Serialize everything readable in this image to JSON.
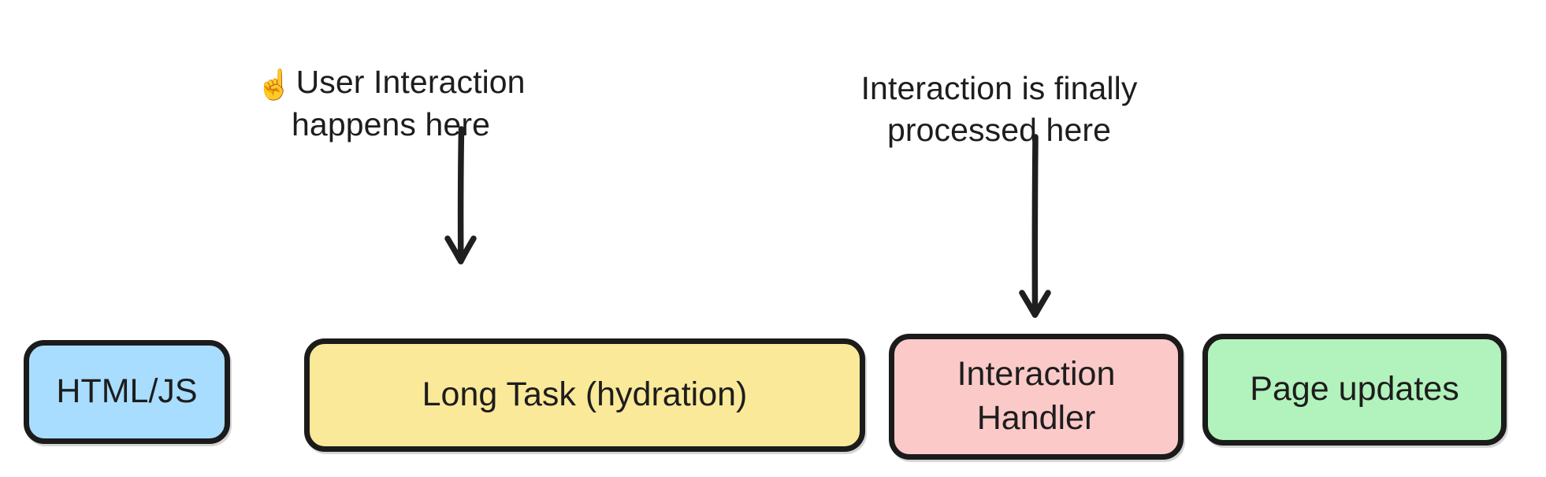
{
  "diagram": {
    "title": "Hydration long task blocking user interaction timeline",
    "background": "#ffffff",
    "annotations": [
      {
        "id": "user-interaction",
        "icon": "index-pointing-up-emoji",
        "icon_glyph": "☝️",
        "text": "User Interaction\nhappens here",
        "color": "#1d1d1d"
      },
      {
        "id": "interaction-processed",
        "icon": null,
        "icon_glyph": "",
        "text": "Interaction is finally\nprocessed here",
        "color": "#1d1d1d"
      }
    ],
    "arrows": [
      {
        "id": "arrow-to-long-task",
        "from": "user-interaction",
        "to": "long-task",
        "direction": "down",
        "color": "#1f1f1f"
      },
      {
        "id": "arrow-to-interaction-handler",
        "from": "interaction-processed",
        "to": "interaction-handler",
        "direction": "down",
        "color": "#1f1f1f"
      }
    ],
    "nodes": [
      {
        "id": "html-js",
        "label": "HTML/JS",
        "fill": "#a8ddff",
        "stroke": "#1b1b1b"
      },
      {
        "id": "long-task",
        "label": "Long Task (hydration)",
        "fill": "#fae998",
        "stroke": "#1b1b1b"
      },
      {
        "id": "interaction-handler",
        "label": "Interaction\nHandler",
        "fill": "#fcc9c9",
        "stroke": "#1b1b1b"
      },
      {
        "id": "page-updates",
        "label": "Page updates",
        "fill": "#b2f2bc",
        "stroke": "#1b1b1b"
      }
    ]
  }
}
